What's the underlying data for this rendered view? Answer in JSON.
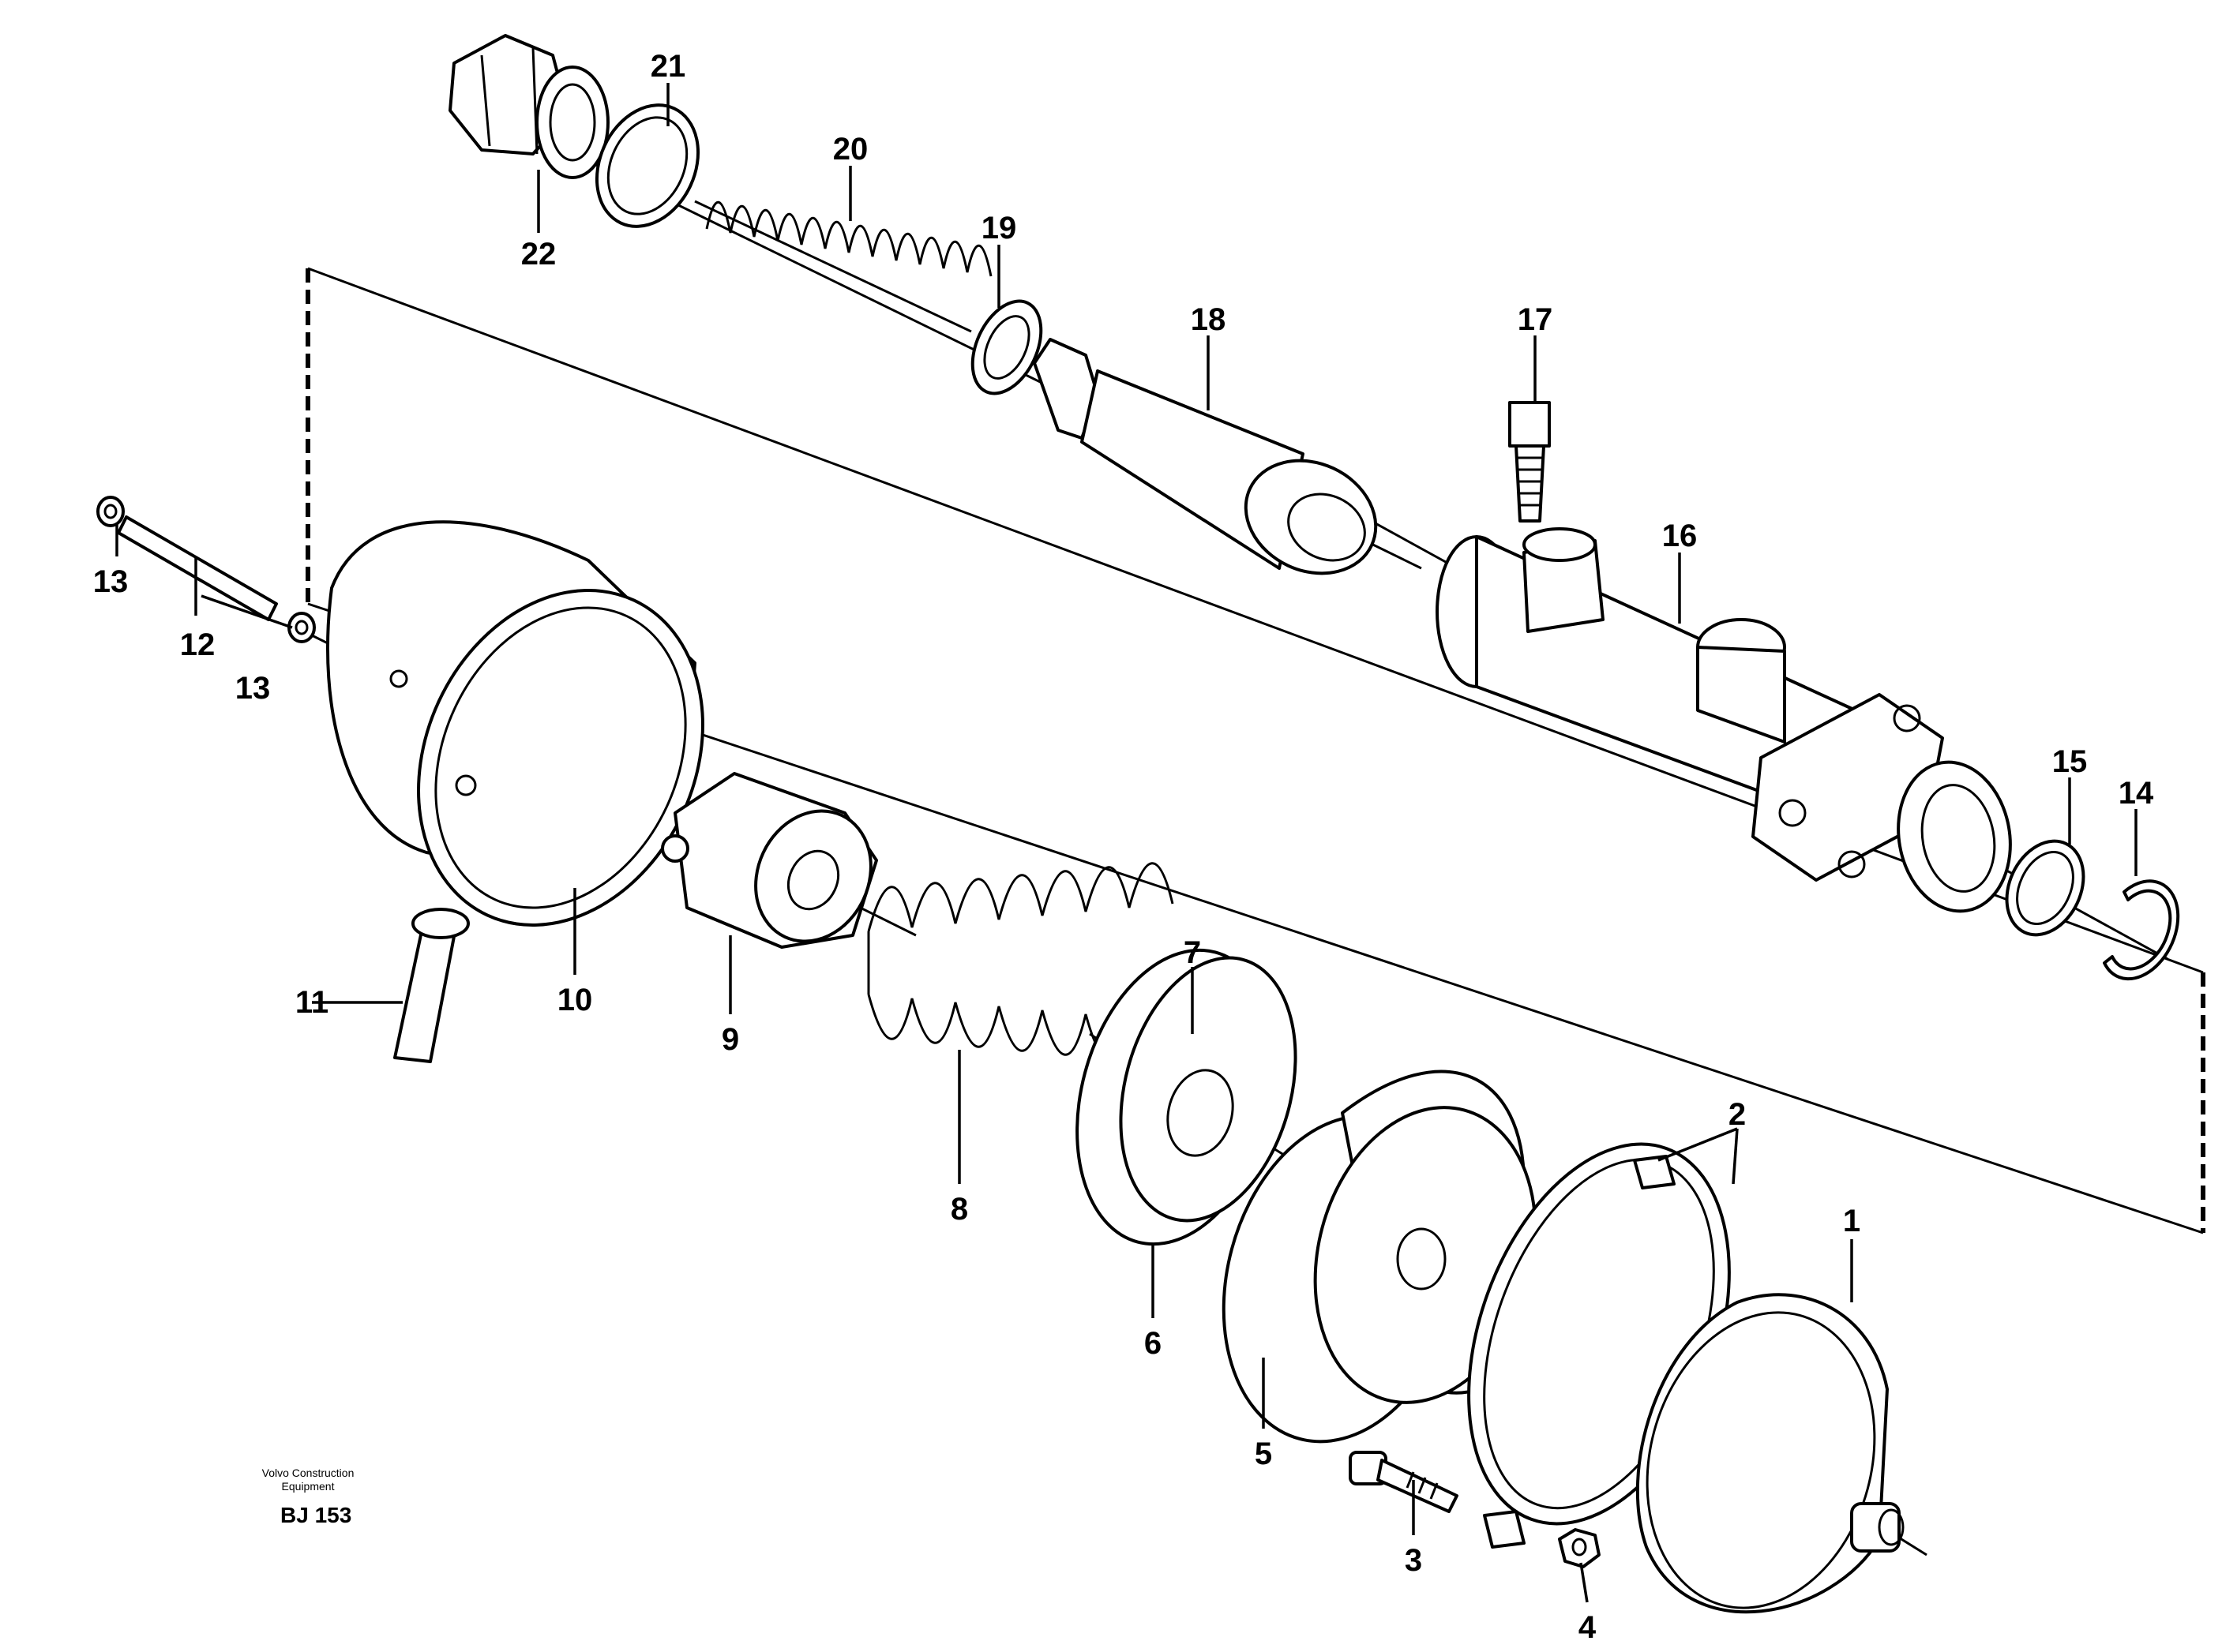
{
  "diagram": {
    "brand_line1": "Volvo Construction",
    "brand_line2": "Equipment",
    "code": "BJ 153",
    "callouts": [
      "1",
      "2",
      "3",
      "4",
      "5",
      "6",
      "7",
      "8",
      "9",
      "10",
      "11",
      "12",
      "13",
      "13",
      "14",
      "15",
      "16",
      "17",
      "18",
      "19",
      "20",
      "21",
      "22"
    ]
  }
}
